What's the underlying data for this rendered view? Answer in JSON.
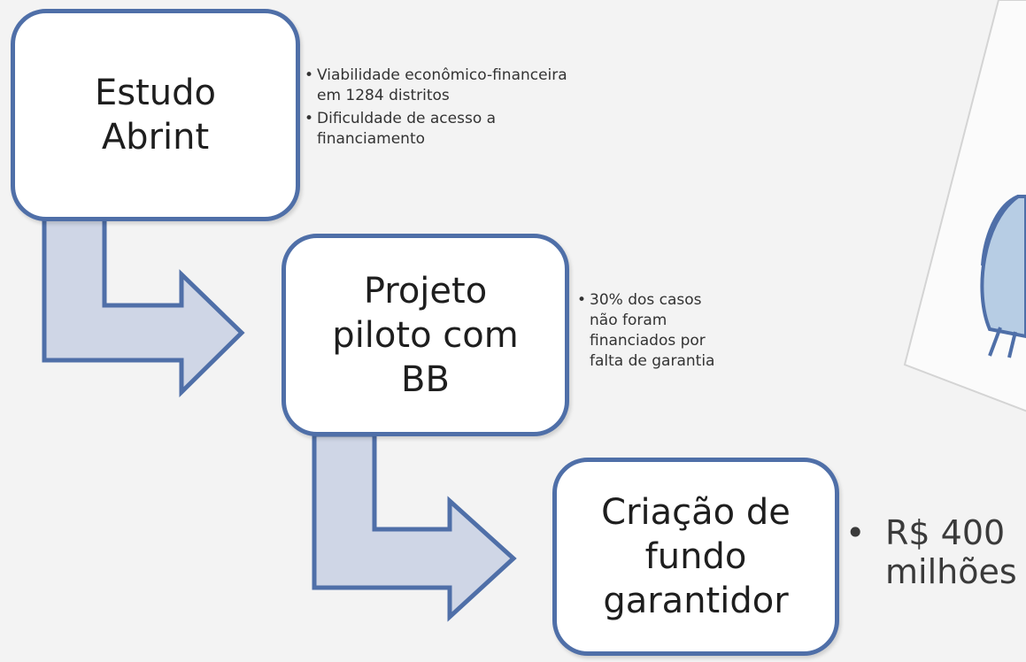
{
  "steps": [
    {
      "lines": [
        "Estudo",
        "Abrint"
      ]
    },
    {
      "lines": [
        "Projeto",
        "piloto com",
        "BB"
      ]
    },
    {
      "lines": [
        "Criação de",
        "fundo",
        "garantidor"
      ]
    }
  ],
  "notes": {
    "step1": [
      {
        "lines": [
          "Viabilidade econômico-financeira",
          "em 1284 distritos"
        ]
      },
      {
        "lines": [
          "Dificuldade de acesso a",
          "financiamento"
        ]
      }
    ],
    "step2": [
      {
        "lines": [
          "30% dos casos",
          "não foram",
          "financiados por",
          "falta de garantia"
        ]
      }
    ],
    "step3": [
      {
        "lines": [
          "R$ 400",
          "milhões"
        ]
      }
    ]
  },
  "bullet_small": "•",
  "bullet_large": "•",
  "colors": {
    "box_border": "#4f6fa8",
    "arrow_fill": "#cfd6e6",
    "arrow_stroke": "#4f6fa8",
    "background": "#f3f3f3",
    "text": "#1e1e1e"
  },
  "icons": {
    "photo": "tilted-photo-icon"
  }
}
